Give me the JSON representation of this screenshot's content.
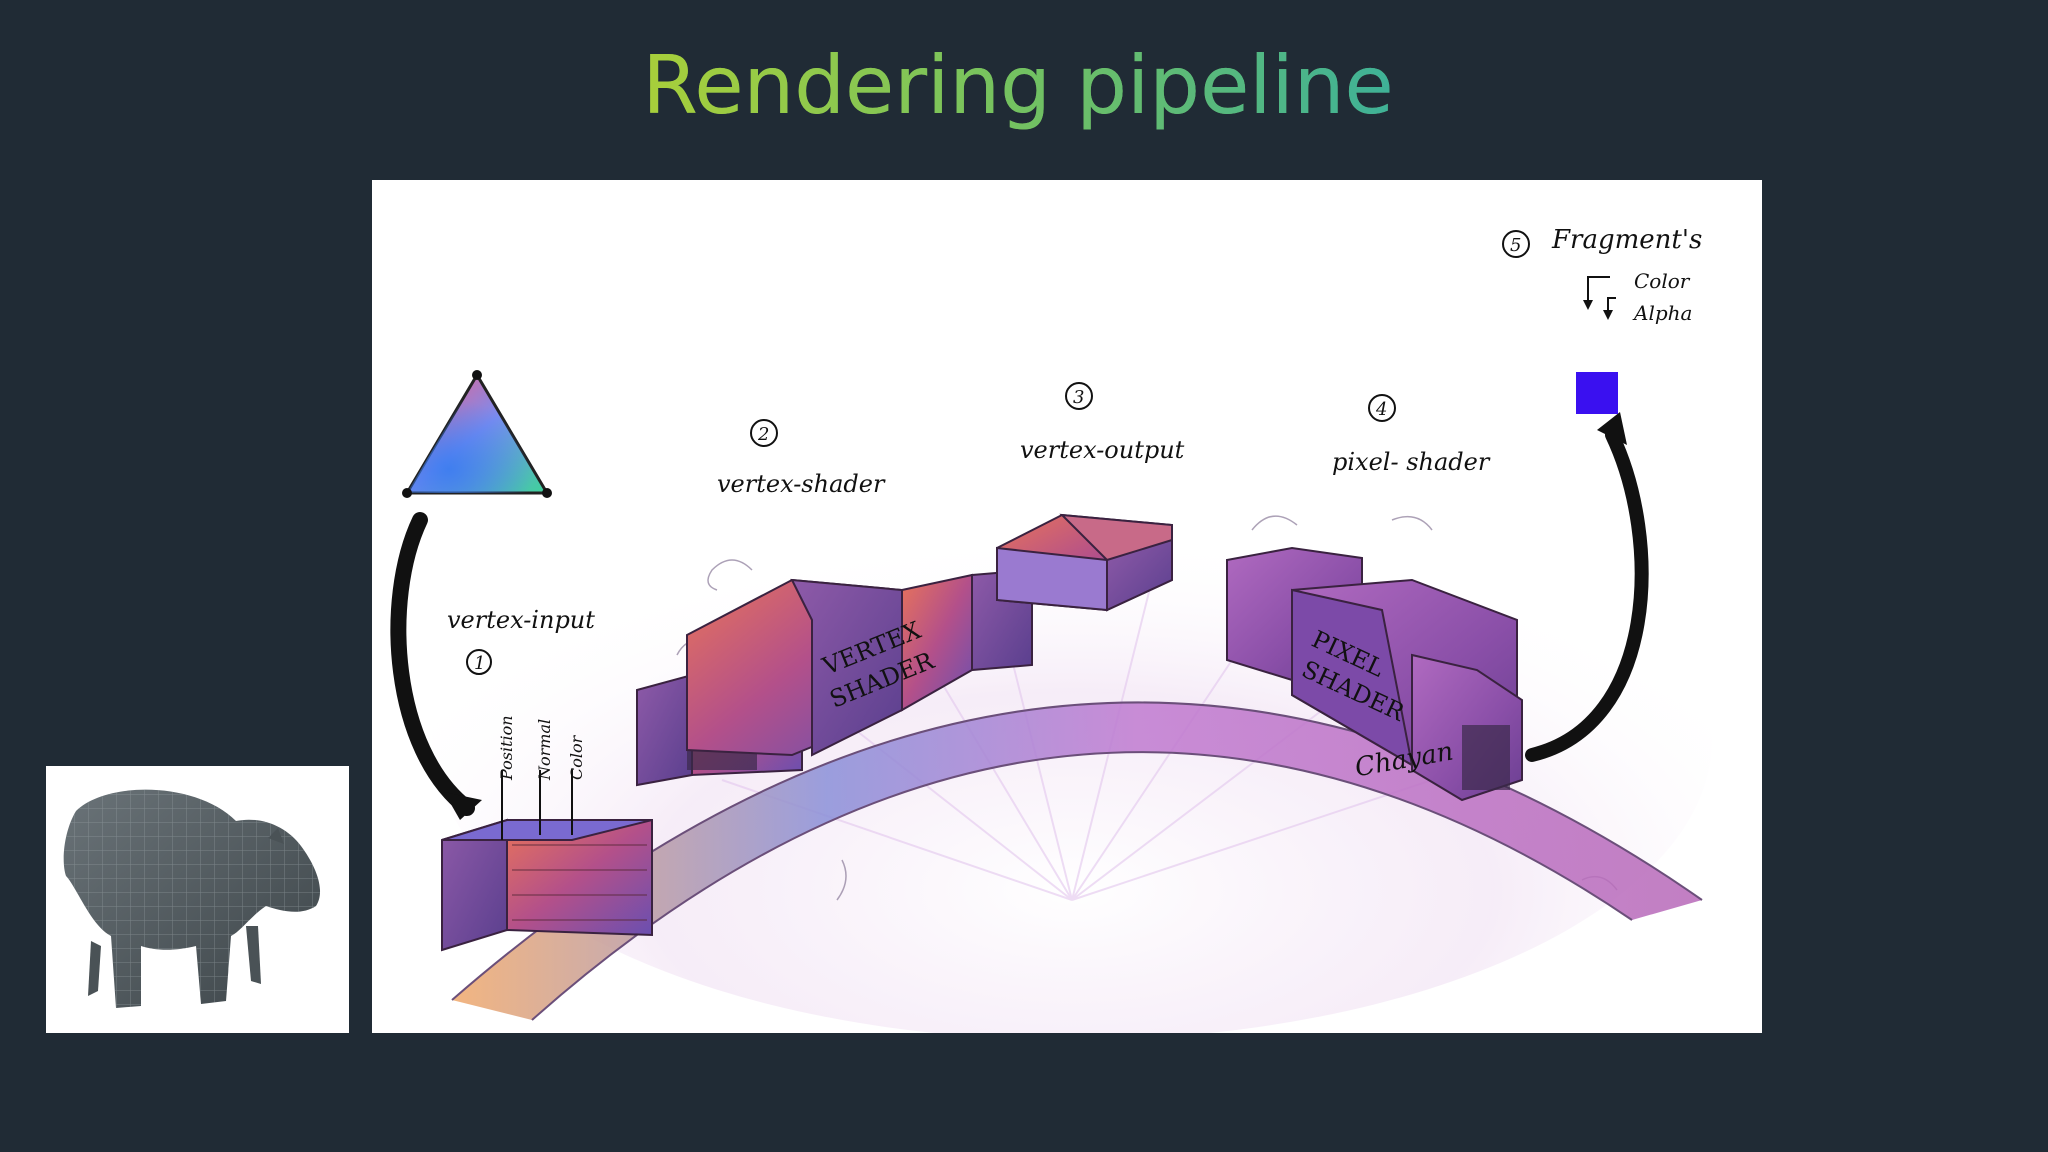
{
  "title": "Rendering pipeline",
  "diagram": {
    "stage1": {
      "number": "1",
      "label": "vertex-input",
      "attributes": [
        "Position",
        "Normal",
        "Color"
      ]
    },
    "stage2": {
      "number": "2",
      "label": "vertex-shader",
      "box_text": [
        "VERTEX",
        "SHADER"
      ]
    },
    "stage3": {
      "number": "3",
      "label": "vertex-output"
    },
    "stage4": {
      "number": "4",
      "label": "pixel- shader",
      "box_text": [
        "PIXEL",
        "SHADER"
      ]
    },
    "stage5": {
      "number": "5",
      "label": "Fragment's",
      "outputs": [
        "Color",
        "Alpha"
      ]
    },
    "signature": "Chayan",
    "colors": {
      "fragment_pixel": "#3a10f0"
    }
  }
}
